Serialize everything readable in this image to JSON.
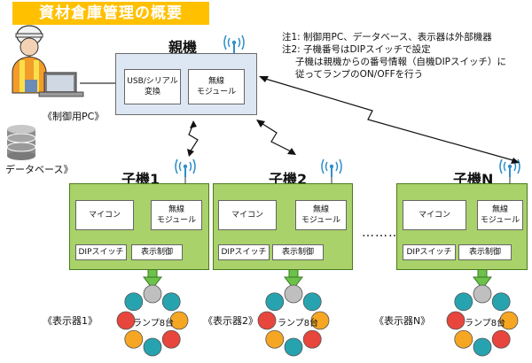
{
  "title": "資材倉庫管理の概要",
  "notes": [
    "注1: 制御用PC、データベース、表示器は外部機器",
    "注2: 子機番号はDIPスイッチで設定",
    "子機は親機からの番号情報（自機DIPスイッチ）に",
    "従ってランプのON/OFFを行う"
  ],
  "parent": {
    "title": "親機",
    "usb_line1": "USB/シリアル",
    "usb_line2": "変換",
    "wireless_line1": "無線",
    "wireless_line2": "モジュール"
  },
  "pc_label": "《制御用PC》",
  "db_label": "データベース》",
  "children": [
    {
      "title": "子機1",
      "mcu": "マイコン",
      "wl1": "無線",
      "wl2": "モジュール",
      "dip": "DIPスイッチ",
      "ctrl": "表示制御",
      "display": "《表示器1》",
      "lamps": "ランプ8台"
    },
    {
      "title": "子機2",
      "mcu": "マイコン",
      "wl1": "無線",
      "wl2": "モジュール",
      "dip": "DIPスイッチ",
      "ctrl": "表示制御",
      "display": "《表示器2》",
      "lamps": "ランプ8台"
    },
    {
      "title": "子機N",
      "mcu": "マイコン",
      "wl1": "無線",
      "wl2": "モジュール",
      "dip": "DIPスイッチ",
      "ctrl": "表示制御",
      "display": "《表示器N》",
      "lamps": "ランプ8台"
    }
  ],
  "ellipsis": "………",
  "colors": {
    "title_bg": "#ffc000",
    "parent_bg": "#dde7f3",
    "child_bg": "#a9d26a",
    "lamp_red": "#e8453c",
    "lamp_teal": "#27a3b0",
    "lamp_orange": "#f5a623",
    "lamp_gray": "#bfbfbf",
    "arrow_green": "#6cc24a"
  }
}
